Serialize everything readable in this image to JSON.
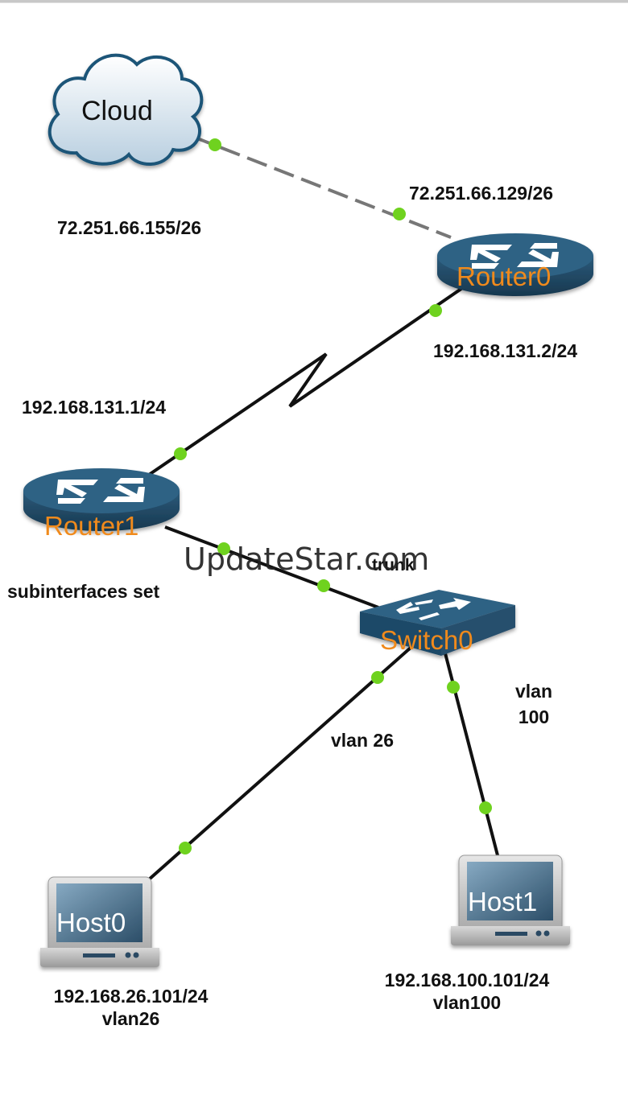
{
  "diagram": {
    "title": "",
    "colors": {
      "device_blue": "#2f5f80",
      "device_label": "#f08a1c",
      "link": "#111111",
      "link_dashed": "#777777",
      "port_dot": "#6fd21f"
    },
    "nodes": {
      "cloud": {
        "name": "Cloud",
        "icon": "cloud-icon"
      },
      "router0": {
        "name": "Router0",
        "icon": "router-icon"
      },
      "router1": {
        "name": "Router1",
        "icon": "router-icon"
      },
      "switch0": {
        "name": "Switch0",
        "icon": "switch-icon"
      },
      "host0": {
        "name": "Host0",
        "icon": "laptop-icon"
      },
      "host1": {
        "name": "Host1",
        "icon": "laptop-icon"
      }
    },
    "links": [
      {
        "from": "Cloud",
        "to": "Router0",
        "style": "dashed"
      },
      {
        "from": "Router0",
        "to": "Router1",
        "style": "serial"
      },
      {
        "from": "Router1",
        "to": "Switch0",
        "style": "solid",
        "label": "trunk"
      },
      {
        "from": "Switch0",
        "to": "Host0",
        "style": "solid",
        "label": "vlan 26"
      },
      {
        "from": "Switch0",
        "to": "Host1",
        "style": "solid",
        "label": "vlan 100"
      }
    ],
    "labels": {
      "cloud_ip": "72.251.66.155/26",
      "router0_wan_ip": "72.251.66.129/26",
      "router0_serial_ip": "192.168.131.2/24",
      "router1_serial_ip": "192.168.131.1/24",
      "router1_note": "subinterfaces set",
      "trunk": "trunk",
      "vlan26_link": "vlan 26",
      "vlan100_link_line1": "vlan",
      "vlan100_link_line2": "100",
      "host0_ip": "192.168.26.101/24",
      "host0_vlan": "vlan26",
      "host1_ip": "192.168.100.101/24",
      "host1_vlan": "vlan100"
    },
    "watermark": "UpdateStar.com"
  }
}
